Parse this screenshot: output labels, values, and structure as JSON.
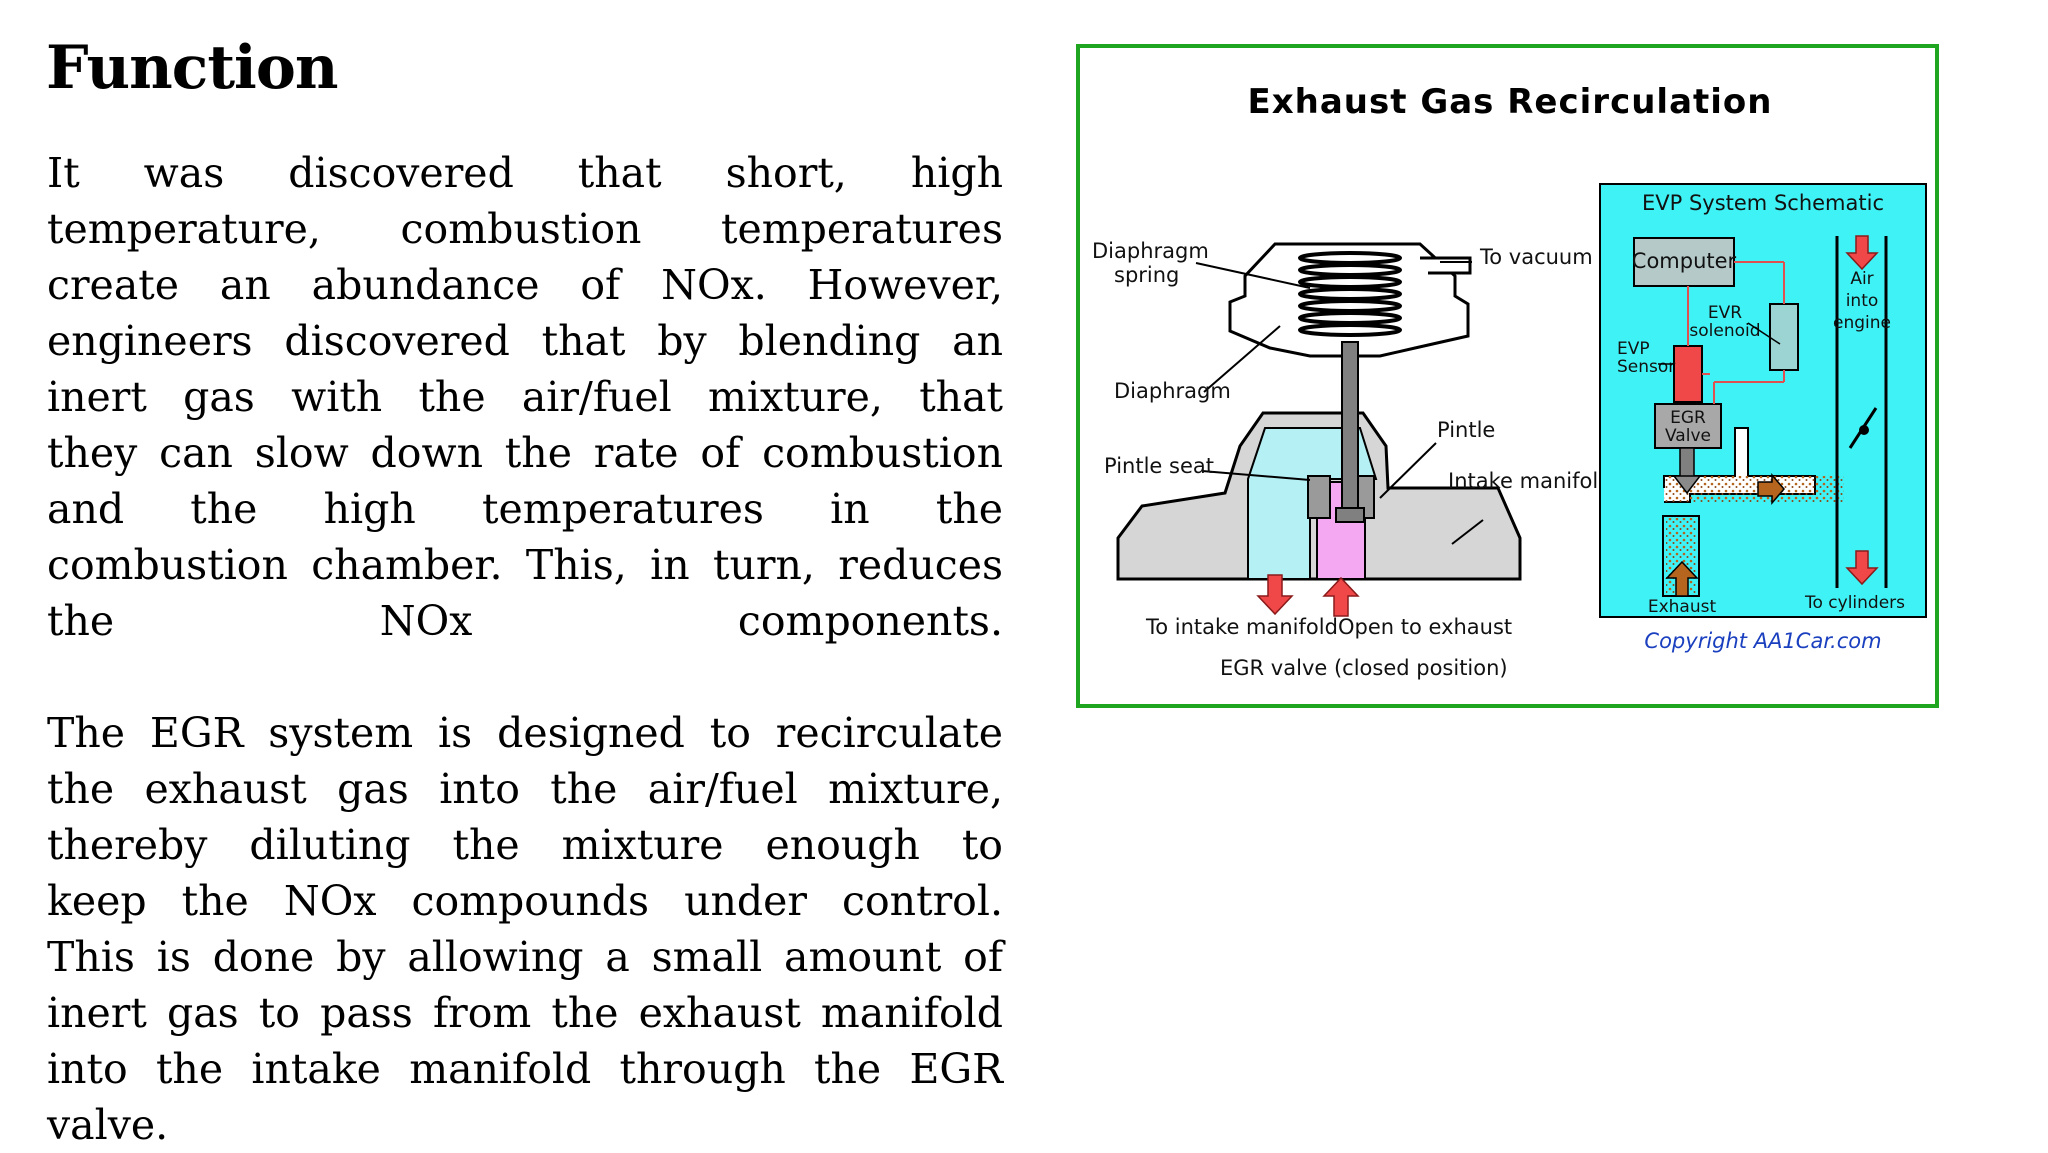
{
  "slide": {
    "title": "Function",
    "paragraph1_lines": [
      "It was discovered that short, high",
      "temperature, combustion temperatures",
      "create an abundance of NOx. However,",
      "engineers discovered that by blending an",
      "inert gas with the air/fuel mixture, that",
      "they can slow down the rate of combustion",
      "and the high temperatures in the",
      "combustion chamber.  This, in turn, reduces",
      "the NOx components."
    ],
    "paragraph2_lines": [
      "The EGR system is designed to recirculate",
      "the exhaust gas into the air/fuel mixture,",
      "thereby diluting the mixture enough to",
      "keep the NOx compounds under control.",
      "This is done by allowing a small amount of",
      "inert gas to pass from the exhaust manifold",
      "into the intake manifold through the EGR",
      "valve."
    ]
  },
  "figure": {
    "title": "Exhaust Gas Recirculation",
    "valve_labels": {
      "diaphragm_spring_1": "Diaphragm",
      "diaphragm_spring_2": "spring",
      "to_vacuum": "To vacuum",
      "diaphragm": "Diaphragm",
      "pintle": "Pintle",
      "pintle_seat": "Pintle seat",
      "intake_manifold": "Intake manifold",
      "to_intake_manifold": "To intake manifold",
      "open_to_exhaust": "Open to exhaust",
      "caption": "EGR valve (closed position)"
    },
    "schematic": {
      "title": "EVP System Schematic",
      "computer": "Computer",
      "evr_solenoid_1": "EVR",
      "evr_solenoid_2": "solenoid",
      "evp_sensor_1": "EVP",
      "evp_sensor_2": "Sensor",
      "egr_valve_1": "EGR",
      "egr_valve_2": "Valve",
      "air_into_engine_1": "Air",
      "air_into_engine_2": "into",
      "air_into_engine_3": "engine",
      "exhaust": "Exhaust",
      "to_cylinders": "To cylinders"
    },
    "copyright": "Copyright AA1Car.com",
    "colors": {
      "frame_border": "#1fa51f",
      "schematic_bg": "#3ff2f5",
      "arrow_red": "#f04848",
      "valve_gray": "#d9d9d9",
      "passage_cyan": "#b5f0f5",
      "exhaust_pink": "#f5a8f2",
      "copyright_blue": "#1a3fbf"
    }
  }
}
